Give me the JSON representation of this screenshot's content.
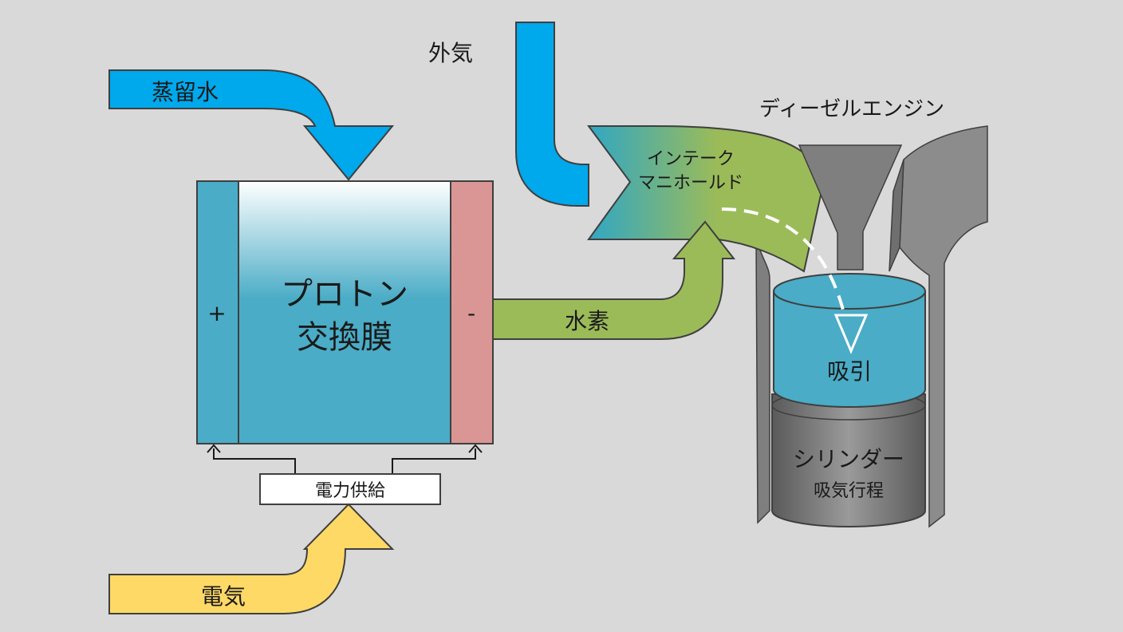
{
  "labels": {
    "distilled_water": "蒸留水",
    "outside_air": "外気",
    "diesel_engine": "ディーゼルエンジン",
    "intake_manifold_line1": "インテーク",
    "intake_manifold_line2": "マニホールド",
    "pem_line1": "プロトン",
    "pem_line2": "交換膜",
    "plus": "+",
    "minus": "-",
    "hydrogen": "水素",
    "intake": "吸引",
    "cylinder": "シリンダー",
    "intake_stroke": "吸気行程",
    "power_supply": "電力供給",
    "electricity": "電気"
  },
  "colors": {
    "background": "#d9d9d9",
    "water_air_blue": "#00a8ec",
    "hydrogen_green": "#9bbb59",
    "electricity_yellow": "#ffd966",
    "anode_blue": "#4aacc6",
    "cathode_pink": "#d99694",
    "engine_gray": "#8c8c8c",
    "cylinder_blue": "#4aacc6"
  }
}
